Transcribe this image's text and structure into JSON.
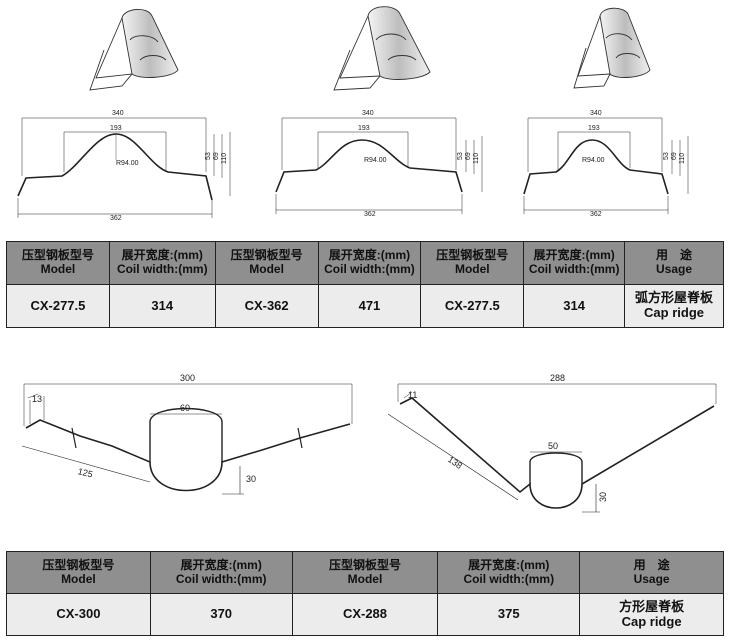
{
  "top_diagrams": {
    "dims": {
      "width_top": "340",
      "width_mid": "193",
      "radius": "R94.00",
      "h1": "53",
      "h2": "69",
      "h3": "110",
      "width_bottom": "362"
    }
  },
  "table1": {
    "header": {
      "model_cn": "压型钢板型号",
      "model_en": "Model",
      "coil_cn": "展开宽度:(mm)",
      "coil_en": "Coil width:(mm)",
      "usage_cn": "用　途",
      "usage_en": "Usage"
    },
    "row": {
      "model1": "CX-277.5",
      "coil1": "314",
      "model2": "CX-362",
      "coil2": "471",
      "model3": "CX-277.5",
      "coil3": "314",
      "usage_cn": "弧方形屋脊板",
      "usage_en": "Cap ridge"
    }
  },
  "bottom_left_diagram": {
    "width": "300",
    "flange": "13",
    "channel_width": "60",
    "slant": "125",
    "depth": "30"
  },
  "bottom_right_diagram": {
    "width": "288",
    "flange": "11",
    "channel_width": "50",
    "slant": "138",
    "depth": "30"
  },
  "table2": {
    "header": {
      "model_cn": "压型钢板型号",
      "model_en": "Model",
      "coil_cn": "展开宽度:(mm)",
      "coil_en": "Coil width:(mm)",
      "usage_cn": "用　途",
      "usage_en": "Usage"
    },
    "row": {
      "model1": "CX-300",
      "coil1": "370",
      "model2": "CX-288",
      "coil2": "375",
      "usage_cn": "方形屋脊板",
      "usage_en": "Cap ridge"
    }
  }
}
